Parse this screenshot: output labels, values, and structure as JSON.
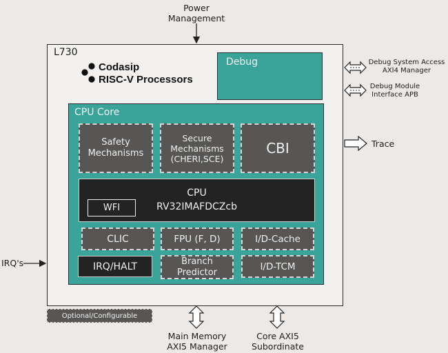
{
  "external": {
    "power_line1": "Power",
    "power_line2": "Management",
    "debug_access_line1": "Debug System Access",
    "debug_access_line2": "AXI4 Manager",
    "debug_module_line1": "Debug Module",
    "debug_module_line2": "Interface APB",
    "trace": "Trace",
    "irqs": "IRQ's",
    "main_memory_line1": "Main Memory",
    "main_memory_line2": "AXI5 Manager",
    "core_axi_line1": "Core AXI5",
    "core_axi_line2": "Subordinate"
  },
  "chip": {
    "name": "L730",
    "brand_line1": "Codasip",
    "brand_line2": "RISC-V Processors",
    "debug": "Debug"
  },
  "core": {
    "label": "CPU Core",
    "safety": "Safety\nMechanisms",
    "secure": "Secure\nMechanisms\n(CHERI,SCE)",
    "cbi": "CBI",
    "cpu_title": "CPU",
    "cpu_isa": "RV32IMAFDCZcb",
    "wfi": "WFI",
    "clic": "CLIC",
    "fpu": "FPU (F, D)",
    "icache": "I/D-Cache",
    "irq_halt": "IRQ/HALT",
    "branch": "Branch\nPredictor",
    "tcm": "I/D-TCM"
  },
  "legend": {
    "optional": "Optional/Configurable"
  },
  "colors": {
    "teal": "#3aa39a",
    "block_grey": "#575655",
    "cpu_dark": "#232323",
    "background": "#ece9e6"
  }
}
